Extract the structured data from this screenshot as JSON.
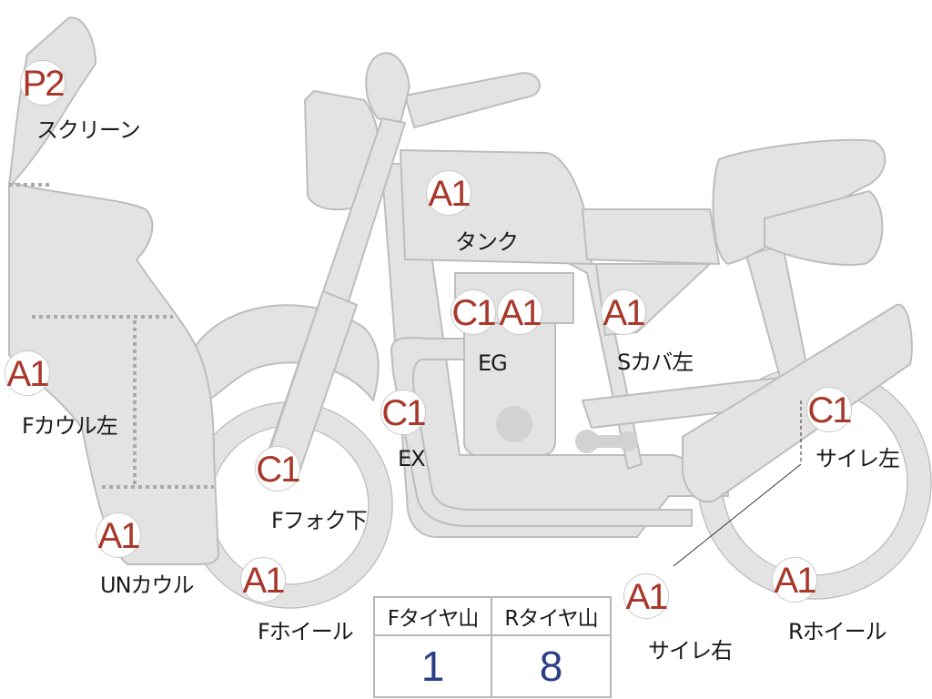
{
  "parts": [
    {
      "id": "screen",
      "grade": "P2",
      "label": "スクリーン"
    },
    {
      "id": "tank",
      "grade": "A1",
      "label": "タンク"
    },
    {
      "id": "engine",
      "grades": [
        "C1",
        "A1"
      ],
      "label": "EG"
    },
    {
      "id": "side-cover-left",
      "grade": "A1",
      "label": "Sカバ左"
    },
    {
      "id": "front-cowl-left",
      "grade": "A1",
      "label": "Fカウル左"
    },
    {
      "id": "exhaust",
      "grade": "C1",
      "label": "EX"
    },
    {
      "id": "front-fork-lower",
      "grade": "C1",
      "label": "Fフォク下"
    },
    {
      "id": "muffler-left",
      "grade": "C1",
      "label": "サイレ左"
    },
    {
      "id": "under-cowl",
      "grade": "A1",
      "label": "UNカウル"
    },
    {
      "id": "front-wheel",
      "grade": "A1",
      "label": "Fホイール"
    },
    {
      "id": "muffler-right",
      "grade": "A1",
      "label": "サイレ右"
    },
    {
      "id": "rear-wheel",
      "grade": "A1",
      "label": "Rホイール"
    }
  ],
  "tyre_table": {
    "headers": [
      "Fタイヤ山",
      "Rタイヤ山"
    ],
    "values": [
      "1",
      "8"
    ]
  },
  "colors": {
    "body_fill": "#e3e3e3",
    "outline": "#bdbdbd",
    "grade_text": "#a8382c",
    "tyre_value": "#2b3f86"
  }
}
